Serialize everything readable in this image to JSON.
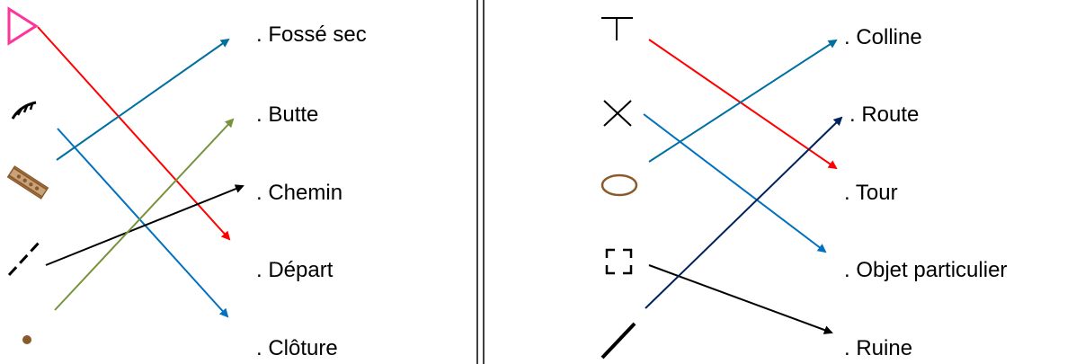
{
  "left_panel": {
    "labels": [
      ". Fossé sec",
      ". Butte",
      ". Chemin",
      ". Départ",
      ". Clôture"
    ],
    "symbols": [
      "start-triangle-icon",
      "embankment-icon",
      "dry-ditch-icon",
      "dashed-path-icon",
      "dot-icon"
    ],
    "connections": [
      {
        "from": 0,
        "to": 3,
        "color": "#ff0000"
      },
      {
        "from": 1,
        "to": 4,
        "color": "#0070c0"
      },
      {
        "from": 2,
        "to": 0,
        "color": "#0070a0"
      },
      {
        "from": 3,
        "to": 2,
        "color": "#000000"
      },
      {
        "from": 4,
        "to": 1,
        "color": "#77933c"
      }
    ]
  },
  "right_panel": {
    "labels": [
      ". Colline",
      ". Route",
      ". Tour",
      ". Objet particulier",
      ". Ruine"
    ],
    "symbols": [
      "t-tower-icon",
      "cross-icon",
      "ellipse-hill-icon",
      "dashed-square-icon",
      "slash-line-icon"
    ],
    "connections": [
      {
        "from": 0,
        "to": 2,
        "color": "#ff0000"
      },
      {
        "from": 1,
        "to": 3,
        "color": "#0070c0"
      },
      {
        "from": 2,
        "to": 0,
        "color": "#0070a0"
      },
      {
        "from": 3,
        "to": 4,
        "color": "#000000"
      },
      {
        "from": 4,
        "to": 1,
        "color": "#002060"
      }
    ]
  },
  "colors": {
    "triangle": "#ff3399",
    "brown": "#8b5a2b",
    "divider": "#000000"
  }
}
